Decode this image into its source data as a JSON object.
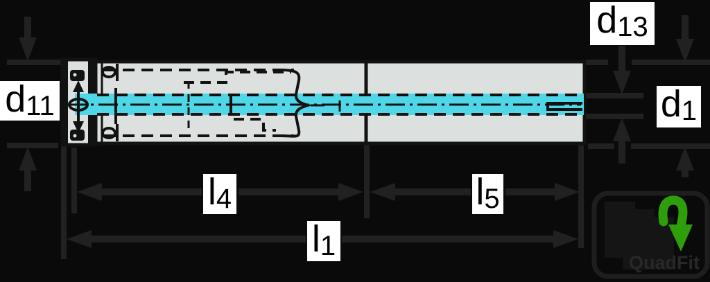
{
  "drawing": {
    "type": "technical-dimension-drawing",
    "subject": "tool-holder-extension-adapter",
    "labels": {
      "d11": {
        "base": "d",
        "sub": "11"
      },
      "d13": {
        "base": "d",
        "sub": "13"
      },
      "d1": {
        "base": "d",
        "sub": "1"
      },
      "l4": {
        "base": "l",
        "sub": "4"
      },
      "l5": {
        "base": "l",
        "sub": "5"
      },
      "l1": {
        "base": "l",
        "sub": "1"
      }
    },
    "logo": {
      "text": "QuadFit"
    },
    "colors": {
      "background": "#0a0a0a",
      "body_fill": "#dce1e0",
      "part_outline": "#121212",
      "dimension_lines": "#212121",
      "coolant_channel_cyan": "#4fd7e8",
      "logo_outline": "#1e1e1e",
      "logo_silhouette": "#151515",
      "logo_accent_green": "#2f9e0b",
      "label_background": "#ffffff",
      "label_text": "#000000"
    }
  }
}
